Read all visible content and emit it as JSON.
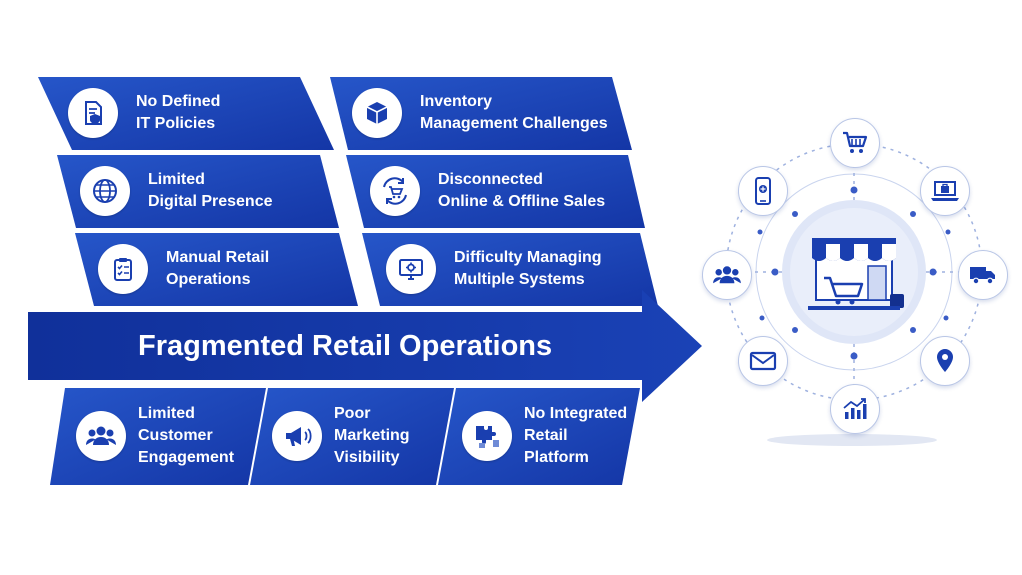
{
  "diagram": {
    "banner": {
      "title": "Fragmented Retail Operations"
    },
    "top_left": [
      {
        "label": "No Defined\nIT Policies",
        "icon": "policy-document-icon"
      },
      {
        "label": "Limited\nDigital Presence",
        "icon": "globe-icon"
      },
      {
        "label": "Manual Retail\nOperations",
        "icon": "clipboard-checklist-icon"
      }
    ],
    "top_right": [
      {
        "label": "Inventory\nManagement Challenges",
        "icon": "box-icon"
      },
      {
        "label": "Disconnected\nOnline & Offline Sales",
        "icon": "cart-sync-icon"
      },
      {
        "label": "Difficulty Managing\nMultiple Systems",
        "icon": "monitor-gear-icon"
      }
    ],
    "bottom": [
      {
        "label": "Limited\nCustomer\nEngagement",
        "icon": "users-icon"
      },
      {
        "label": "Poor\nMarketing\nVisibility",
        "icon": "megaphone-icon"
      },
      {
        "label": "No Integrated\nRetail\nPlatform",
        "icon": "puzzle-icon"
      }
    ],
    "hub": {
      "center_icon": "storefront-icon",
      "nodes": [
        "shopping-cart-icon",
        "laptop-bag-icon",
        "delivery-truck-icon",
        "location-pin-icon",
        "growth-chart-icon",
        "email-icon",
        "users-icon",
        "mobile-app-icon"
      ]
    },
    "colors": {
      "primary": "#1a3fb0",
      "dark": "#0f2c8f",
      "light": "#2a55cc",
      "accent_node": "#8aa3e0"
    }
  }
}
